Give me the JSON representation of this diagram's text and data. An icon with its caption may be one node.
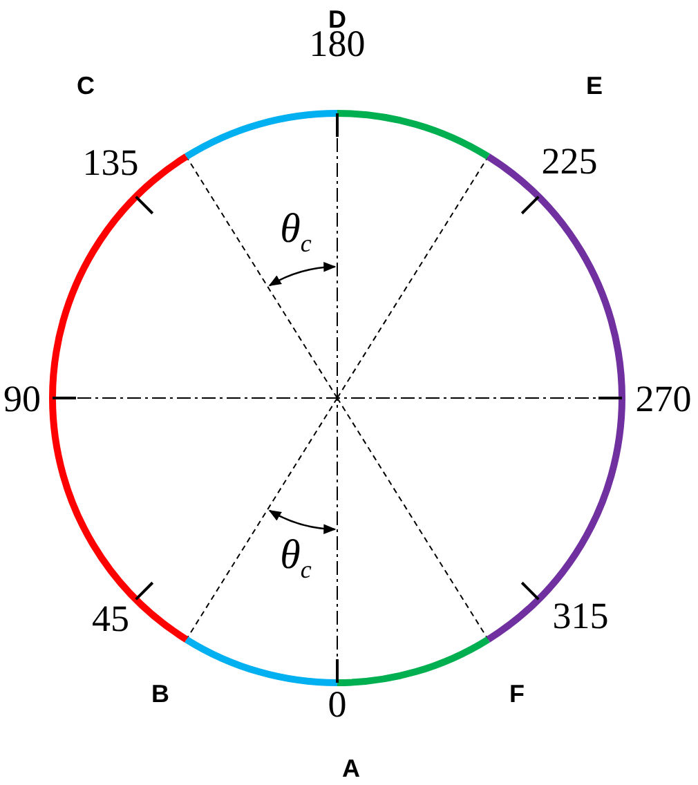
{
  "diagram": {
    "labels": [
      "D",
      "180",
      "C",
      "E",
      "135",
      "225",
      "θ$_{c}$",
      "90",
      "270",
      "θ$_{c}$",
      "45",
      "315",
      "B",
      "0",
      "F",
      "A"
    ]
  }
}
